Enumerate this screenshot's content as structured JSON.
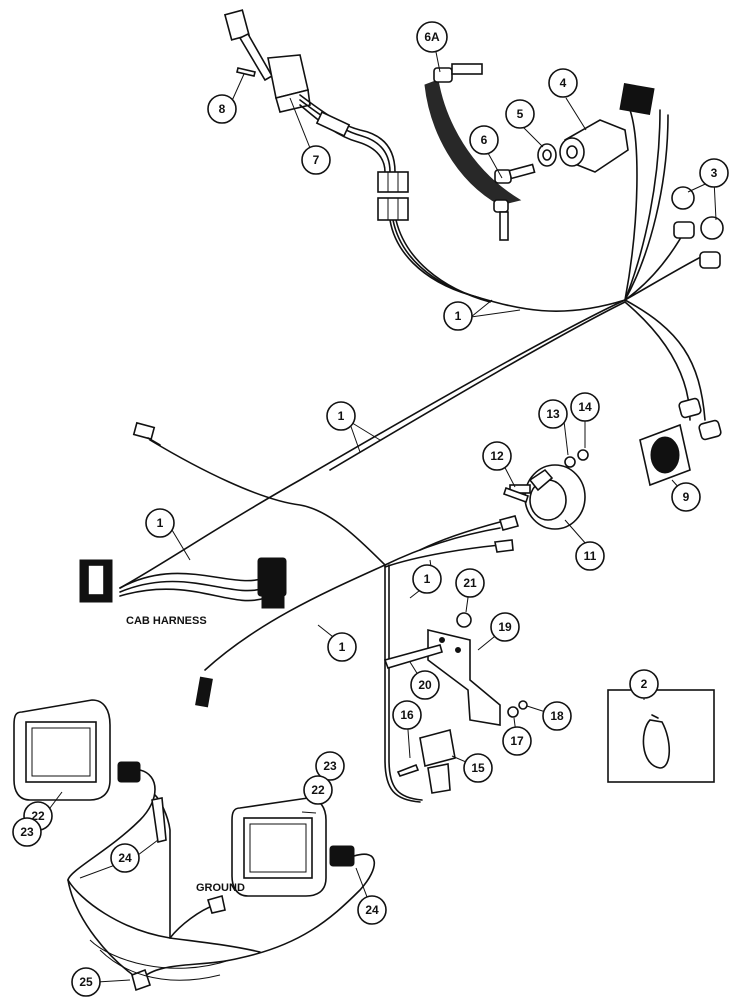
{
  "callouts": {
    "c1": "1",
    "c2": "2",
    "c3": "3",
    "c4": "4",
    "c5": "5",
    "c6": "6",
    "c6a": "6A",
    "c7": "7",
    "c8": "8",
    "c9": "9",
    "c11": "11",
    "c12": "12",
    "c13": "13",
    "c14": "14",
    "c15": "15",
    "c16": "16",
    "c17": "17",
    "c18": "18",
    "c19": "19",
    "c20": "20",
    "c21": "21",
    "c22": "22",
    "c23": "23",
    "c24": "24",
    "c25": "25"
  },
  "labels": {
    "cab_harness": "CAB HARNESS",
    "ground": "GROUND"
  }
}
